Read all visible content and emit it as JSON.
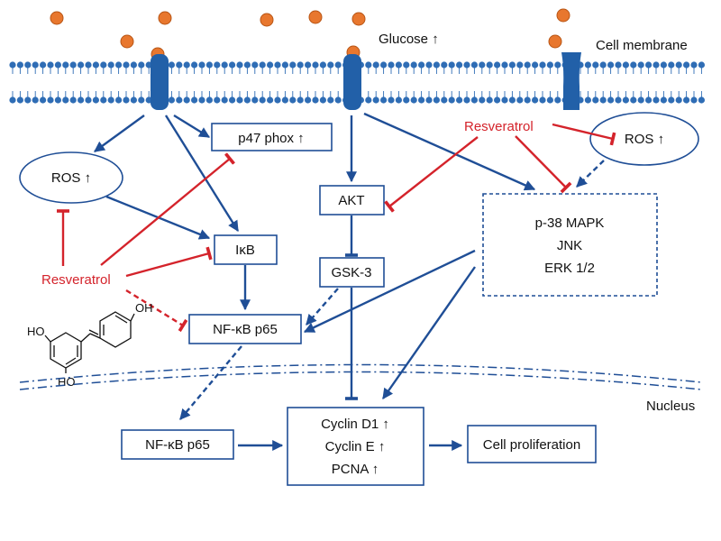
{
  "membrane": {
    "label": "Cell membrane"
  },
  "glucose": {
    "label": "Glucose ↑"
  },
  "nodes": {
    "p47phox": "p47 phox ↑",
    "ros_left": "ROS ↑",
    "ros_right": "ROS ↑",
    "ikb": "IκB",
    "akt": "AKT",
    "gsk3": "GSK-3",
    "mapk": [
      "p-38 MAPK",
      "JNK",
      "ERK 1/2"
    ],
    "nfkb_cyto": "NF-κB p65",
    "nfkb_nuc": "NF-κB p65",
    "cyclins": [
      "Cyclin D1 ↑",
      "Cyclin E ↑",
      "PCNA ↑"
    ],
    "proliferation": "Cell proliferation"
  },
  "inhibitors": {
    "resveratrol_top": "Resveratrol",
    "resveratrol_left": "Resveratrol"
  },
  "nucleus": {
    "label": "Nucleus"
  },
  "structure": {
    "label_oh_top": "OH",
    "label_ho_left": "HO",
    "label_ho_bottom": "HO"
  },
  "colors": {
    "arrow_blue": "#1f4e96",
    "inhibitor_red": "#d4232b",
    "glucose_orange": "#e8772e",
    "membrane_blue": "#2f6db5",
    "channel_blue": "#2260a8"
  }
}
